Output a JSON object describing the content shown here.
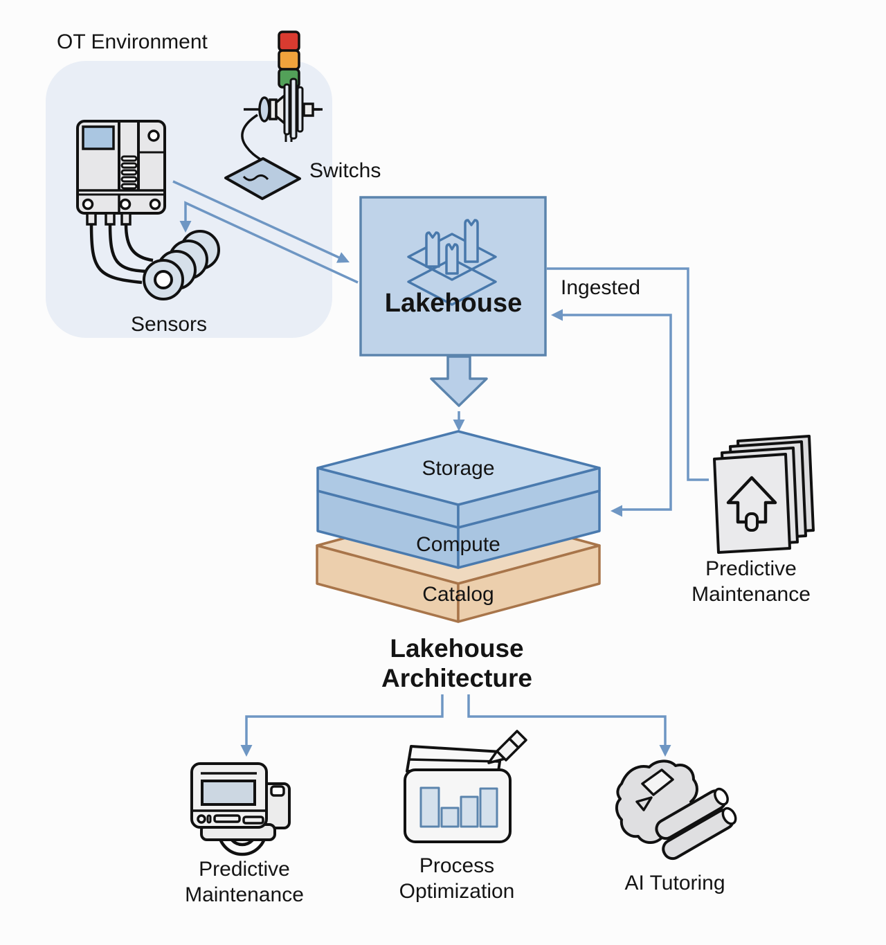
{
  "diagram": {
    "ot_environment": {
      "label": "OT Environment",
      "sensors_label": "Sensors",
      "switches_label": "Switchs"
    },
    "lakehouse_node": {
      "label": "Lakehouse"
    },
    "ingested_label": "Ingested",
    "architecture_stack": {
      "layers": [
        "Storage",
        "Compute",
        "Catalog"
      ],
      "caption_line1": "Lakehouse",
      "caption_line2": "Architecture"
    },
    "feedback_node": {
      "line1": "Predictive",
      "line2": "Maintenance"
    },
    "use_cases": [
      {
        "line1": "Predictive",
        "line2": "Maintenance"
      },
      {
        "line1": "Process",
        "line2": "Optimization"
      },
      {
        "line1": "AI Tutoring",
        "line2": ""
      }
    ],
    "colors": {
      "arrow_blue": "#6e96c3",
      "node_fill": "#bfd3e9",
      "node_border": "#5b84ad",
      "ot_box_fill": "#e9eef6",
      "storage_top": "#c6daee",
      "storage_front": "#a9c5e1",
      "stack_border": "#4a7aae",
      "catalog_top": "#efd9bf",
      "catalog_front": "#eccfad",
      "catalog_border": "#a8754a",
      "tower_red": "#d93b30",
      "tower_amber": "#f0a33c",
      "tower_green": "#53a159",
      "screen_blue": "#c9d8e8",
      "icon_gray": "#e7e7e9",
      "ink": "#141414"
    }
  }
}
